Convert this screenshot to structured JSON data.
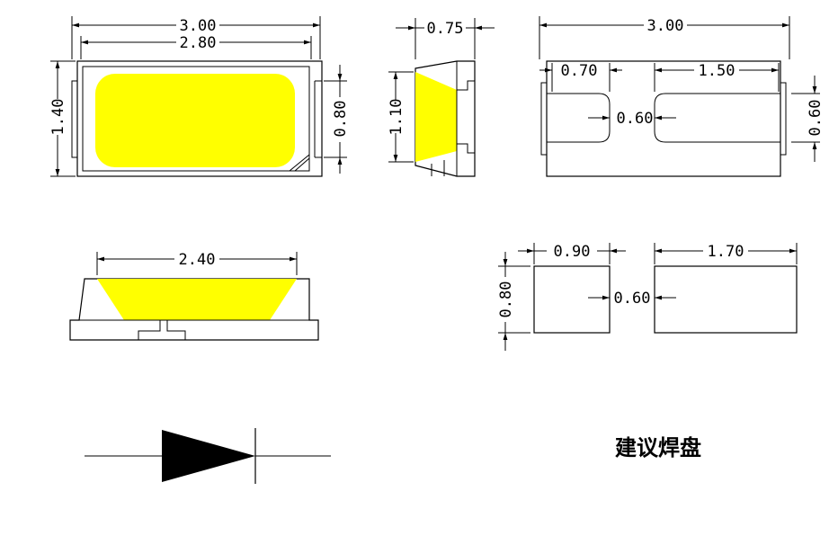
{
  "colors": {
    "led": "#ffff00",
    "line": "#000000",
    "background": "#ffffff"
  },
  "top_view": {
    "width_outer": "3.00",
    "width_inner": "2.80",
    "height": "1.40",
    "height_inner": "0.80"
  },
  "side_view": {
    "depth": "0.75",
    "lens_height": "1.10"
  },
  "bottom_view": {
    "width": "3.00",
    "pad_left": "0.70",
    "pad_right": "1.50",
    "gap": "0.60",
    "pad_height": "0.60"
  },
  "front_view": {
    "lens_width": "2.40"
  },
  "pad_layout": {
    "left_width": "0.90",
    "right_width": "1.70",
    "gap": "0.60",
    "height": "0.80",
    "caption": "建议焊盘"
  }
}
